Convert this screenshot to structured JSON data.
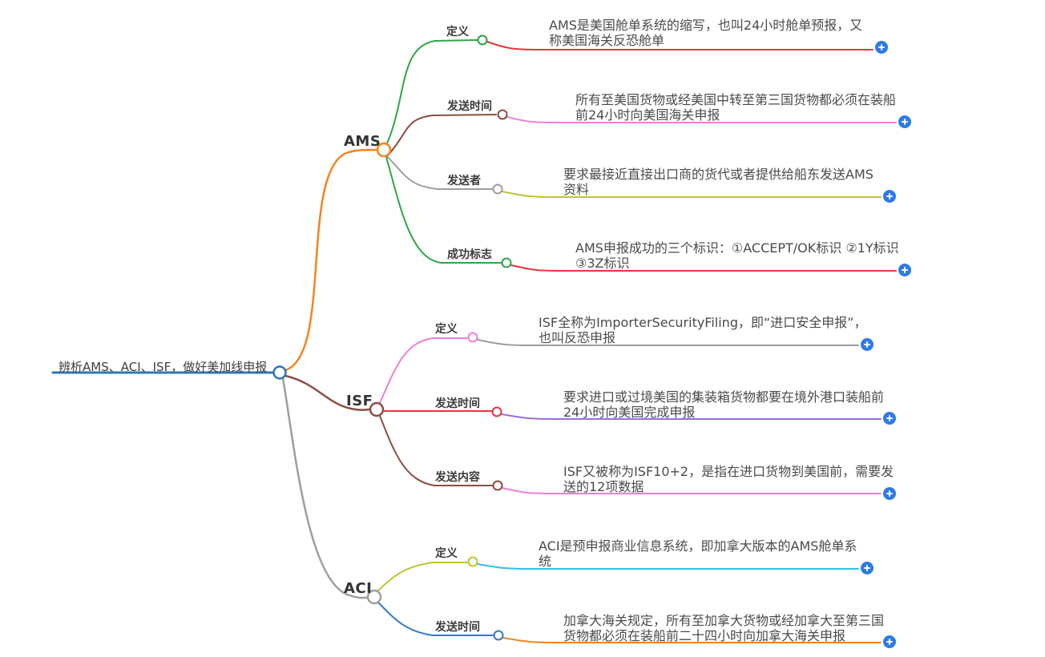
{
  "root": {
    "label": "辨析AMS、ACI、ISF，做好美加线申报"
  },
  "branches": [
    {
      "label": "AMS",
      "children": [
        {
          "label": "定义",
          "text": "AMS是美国舱单系统的缩写，也叫24小时舱单预报，又称美国海关反恐舱单"
        },
        {
          "label": "发送时间",
          "text": "所有至美国货物或经美国中转至第三国货物都必须在装船前24小时向美国海关申报"
        },
        {
          "label": "发送者",
          "text": "要求最接近直接出口商的货代或者提供给船东发送AMS资料"
        },
        {
          "label": "成功标志",
          "text": "AMS申报成功的三个标识：①ACCEPT/OK标识 ②1Y标识 ③3Z标识"
        }
      ]
    },
    {
      "label": "ISF",
      "children": [
        {
          "label": "定义",
          "text": "ISF全称为ImporterSecurityFiling，即“进口安全申报”，也叫反恐申报"
        },
        {
          "label": "发送时间",
          "text": "要求进口或过境美国的集装箱货物都要在境外港口装船前24小时向美国完成申报"
        },
        {
          "label": "发送内容",
          "text": "ISF又被称为ISF10+2，是指在进口货物到美国前，需要发送的12项数据"
        }
      ]
    },
    {
      "label": "ACI",
      "children": [
        {
          "label": "定义",
          "text": "ACI是预申报商业信息系统，即加拿大版本的AMS舱单系统"
        },
        {
          "label": "发送时间",
          "text": "加拿大海关规定，所有至加拿大货物或经加拿大至第三国货物都必须在装船前二十四小时向加拿大海关申报"
        }
      ]
    }
  ],
  "palette": {
    "root_blue": "#2E75B6",
    "orange": "#F5821F",
    "brown": "#8B4D44",
    "gray": "#9E9E9E",
    "green": "#2EA547",
    "red": "#E0393E",
    "pink": "#EE7FD4",
    "olive": "#BEC433",
    "purple": "#9A6FD8",
    "cyan": "#33BEE8",
    "blue": "#3579C8",
    "plus_blue": "#2D7BE8"
  }
}
